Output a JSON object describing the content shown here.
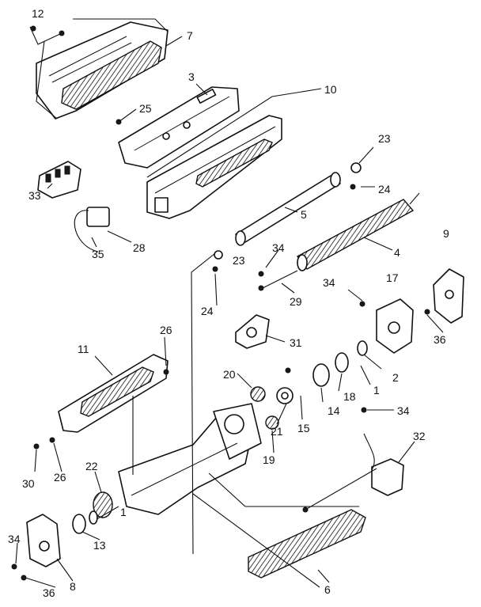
{
  "callouts": [
    {
      "id": "c12",
      "text": "12"
    },
    {
      "id": "c7",
      "text": "7"
    },
    {
      "id": "c3",
      "text": "3"
    },
    {
      "id": "c10",
      "text": "10"
    },
    {
      "id": "c25",
      "text": "25"
    },
    {
      "id": "c23a",
      "text": "23"
    },
    {
      "id": "c24a",
      "text": "24"
    },
    {
      "id": "c33",
      "text": "33"
    },
    {
      "id": "c5",
      "text": "5"
    },
    {
      "id": "c28",
      "text": "28"
    },
    {
      "id": "c35",
      "text": "35"
    },
    {
      "id": "c9",
      "text": "9"
    },
    {
      "id": "c4",
      "text": "4"
    },
    {
      "id": "c34a",
      "text": "34"
    },
    {
      "id": "c23b",
      "text": "23"
    },
    {
      "id": "c24b",
      "text": "24"
    },
    {
      "id": "c29",
      "text": "29"
    },
    {
      "id": "c34b",
      "text": "34"
    },
    {
      "id": "c17",
      "text": "17"
    },
    {
      "id": "c36a",
      "text": "36"
    },
    {
      "id": "c26a",
      "text": "26"
    },
    {
      "id": "c31",
      "text": "31"
    },
    {
      "id": "c2",
      "text": "2"
    },
    {
      "id": "c11",
      "text": "11"
    },
    {
      "id": "c1a",
      "text": "1"
    },
    {
      "id": "c18",
      "text": "18"
    },
    {
      "id": "c20",
      "text": "20"
    },
    {
      "id": "c14",
      "text": "14"
    },
    {
      "id": "c15",
      "text": "15"
    },
    {
      "id": "c21",
      "text": "21"
    },
    {
      "id": "c34c",
      "text": "34"
    },
    {
      "id": "c32",
      "text": "32"
    },
    {
      "id": "c19",
      "text": "19"
    },
    {
      "id": "c30",
      "text": "30"
    },
    {
      "id": "c26b",
      "text": "26"
    },
    {
      "id": "c22",
      "text": "22"
    },
    {
      "id": "c1b",
      "text": "1"
    },
    {
      "id": "c13",
      "text": "13"
    },
    {
      "id": "c34d",
      "text": "34"
    },
    {
      "id": "c8",
      "text": "8"
    },
    {
      "id": "c36b",
      "text": "36"
    },
    {
      "id": "c6",
      "text": "6"
    }
  ]
}
